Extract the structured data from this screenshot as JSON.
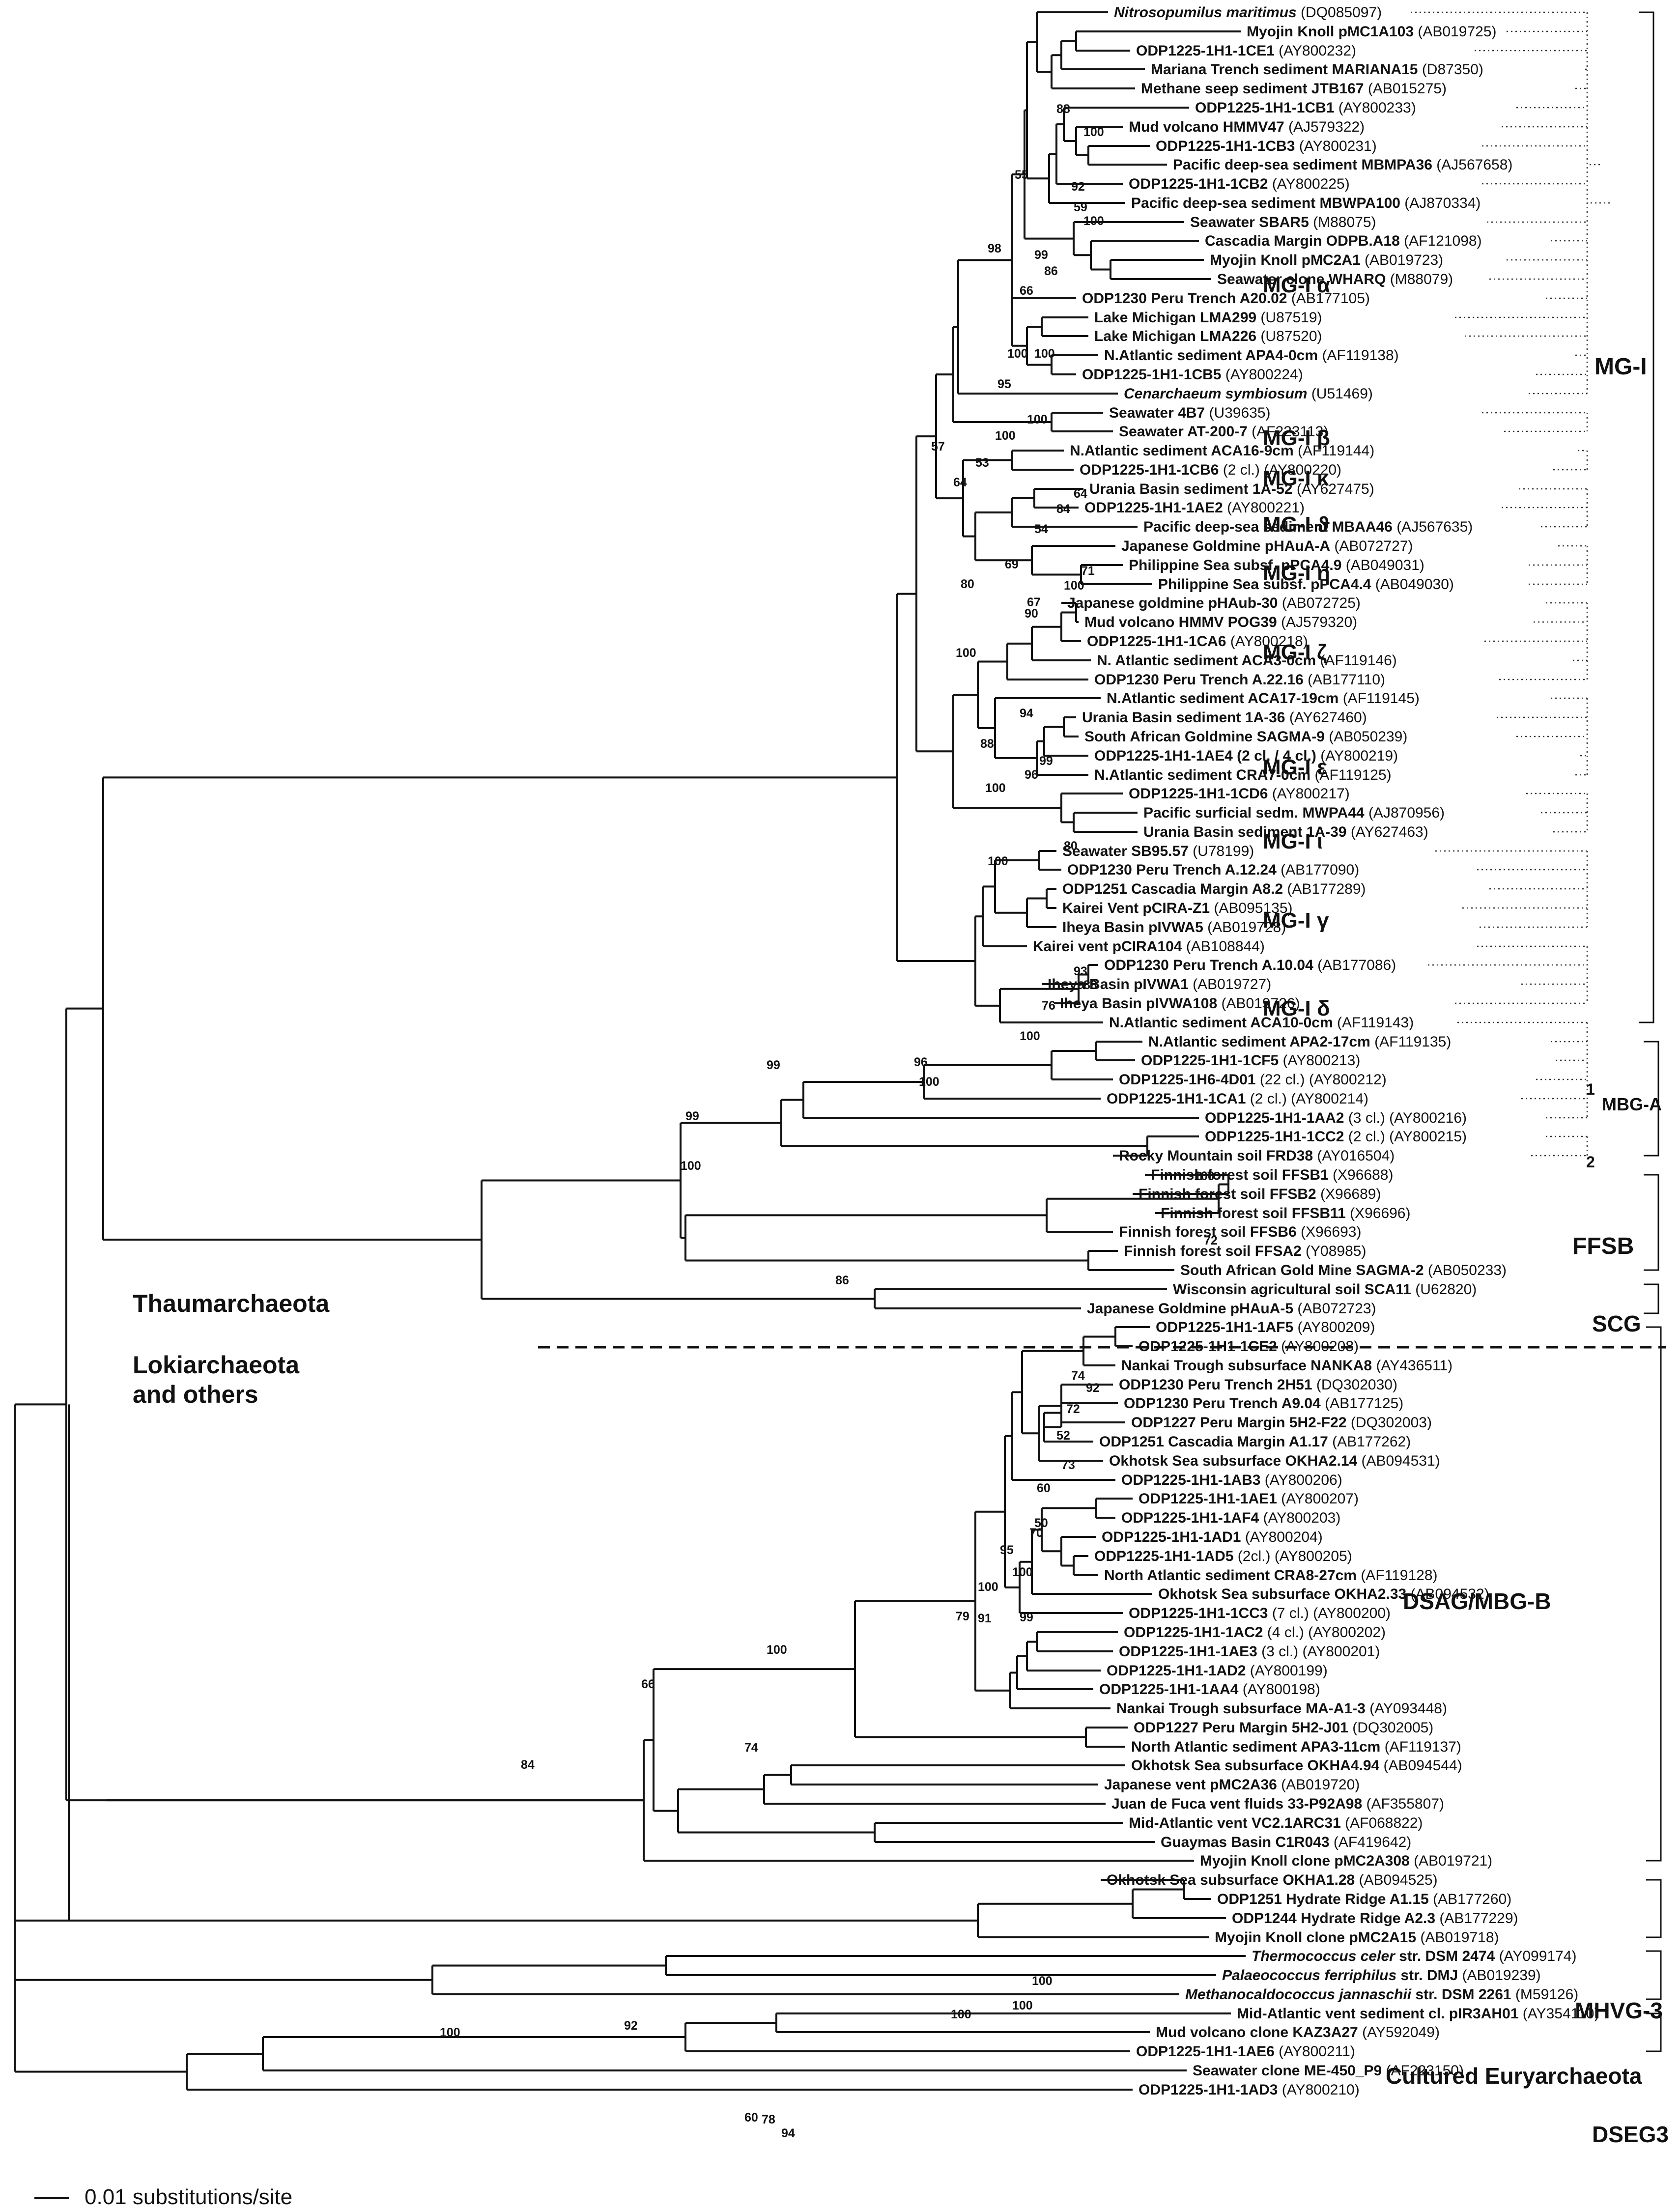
{
  "tree": {
    "leaves": [
      {
        "name": "Nitrosopumilus maritimus",
        "acc": "(DQ085097)",
        "italic": true
      },
      {
        "name": "Myojin Knoll pMC1A103",
        "acc": "(AB019725)"
      },
      {
        "name": "ODP1225-1H1-1CE1",
        "acc": "(AY800232)"
      },
      {
        "name": "Mariana Trench sediment MARIANA15",
        "acc": "(D87350)"
      },
      {
        "name": "Methane seep sediment JTB167",
        "acc": "(AB015275)"
      },
      {
        "name": "ODP1225-1H1-1CB1",
        "acc": "(AY800233)"
      },
      {
        "name": "Mud volcano HMMV47",
        "acc": "(AJ579322)"
      },
      {
        "name": "ODP1225-1H1-1CB3",
        "acc": "(AY800231)"
      },
      {
        "name": "Pacific deep-sea sediment MBMPA36",
        "acc": "(AJ567658)"
      },
      {
        "name": "ODP1225-1H1-1CB2",
        "acc": "(AY800225)"
      },
      {
        "name": "Pacific deep-sea sediment MBWPA100",
        "acc": "(AJ870334)"
      },
      {
        "name": "Seawater SBAR5",
        "acc": "(M88075)"
      },
      {
        "name": "Cascadia Margin ODPB.A18",
        "acc": "(AF121098)"
      },
      {
        "name": "Myojin Knoll pMC2A1",
        "acc": "(AB019723)"
      },
      {
        "name": "Seawater clone WHARQ",
        "acc": "(M88079)"
      },
      {
        "name": "ODP1230 Peru Trench A20.02",
        "acc": "(AB177105)"
      },
      {
        "name": "Lake Michigan LMA299",
        "acc": "(U87519)"
      },
      {
        "name": "Lake Michigan LMA226",
        "acc": "(U87520)"
      },
      {
        "name": "N.Atlantic sediment APA4-0cm",
        "acc": "(AF119138)"
      },
      {
        "name": "ODP1225-1H1-1CB5",
        "acc": "(AY800224)"
      },
      {
        "name": "Cenarchaeum symbiosum",
        "acc": "(U51469)",
        "italic": true
      },
      {
        "name": "Seawater 4B7",
        "acc": "(U39635)"
      },
      {
        "name": "Seawater AT-200-7",
        "acc": "(AF223113)"
      },
      {
        "name": "N.Atlantic sediment ACA16-9cm",
        "acc": "(AF119144)"
      },
      {
        "name": "ODP1225-1H1-1CB6",
        "acc": "(2 cl.) (AY800220)"
      },
      {
        "name": "Urania Basin sediment 1A-52",
        "acc": "(AY627475)"
      },
      {
        "name": "ODP1225-1H1-1AE2",
        "acc": "(AY800221)"
      },
      {
        "name": "Pacific deep-sea sediment MBAA46",
        "acc": "(AJ567635)"
      },
      {
        "name": "Japanese Goldmine pHAuA-A",
        "acc": "(AB072727)"
      },
      {
        "name": "Philippine Sea subsf. pPCA4.9",
        "acc": "(AB049031)"
      },
      {
        "name": "Philippine Sea subsf. pPCA4.4",
        "acc": "(AB049030)"
      },
      {
        "name": "Japanese goldmine pHAub-30",
        "acc": "(AB072725)"
      },
      {
        "name": "Mud volcano HMMV POG39",
        "acc": "(AJ579320)"
      },
      {
        "name": "ODP1225-1H1-1CA6",
        "acc": "(AY800218)"
      },
      {
        "name": "N. Atlantic sediment ACA3-0cm",
        "acc": "(AF119146)"
      },
      {
        "name": "ODP1230 Peru Trench A.22.16",
        "acc": "(AB177110)"
      },
      {
        "name": "N.Atlantic sediment ACA17-19cm",
        "acc": "(AF119145)"
      },
      {
        "name": "Urania Basin sediment 1A-36",
        "acc": "(AY627460)"
      },
      {
        "name": "South African Goldmine SAGMA-9",
        "acc": "(AB050239)"
      },
      {
        "name": "ODP1225-1H1-1AE4 (2 cl. / 4 cl.)",
        "acc": "(AY800219)"
      },
      {
        "name": "N.Atlantic sediment CRA7-0cm",
        "acc": "(AF119125)"
      },
      {
        "name": "ODP1225-1H1-1CD6",
        "acc": "(AY800217)"
      },
      {
        "name": "Pacific surficial sedm. MWPA44",
        "acc": "(AJ870956)"
      },
      {
        "name": "Urania Basin sediment 1A-39",
        "acc": "(AY627463)"
      },
      {
        "name": "Seawater SB95.57",
        "acc": "(U78199)"
      },
      {
        "name": "ODP1230 Peru Trench A.12.24",
        "acc": "(AB177090)"
      },
      {
        "name": "ODP1251 Cascadia Margin A8.2",
        "acc": "(AB177289)"
      },
      {
        "name": "Kairei Vent pCIRA-Z1",
        "acc": "(AB095135)"
      },
      {
        "name": "Iheya Basin pIVWA5",
        "acc": "(AB019728)"
      },
      {
        "name": "Kairei vent pCIRA104",
        "acc": "(AB108844)"
      },
      {
        "name": "ODP1230 Peru Trench A.10.04",
        "acc": "(AB177086)"
      },
      {
        "name": "Iheya Basin pIVWA1",
        "acc": "(AB019727)"
      },
      {
        "name": "Iheya Basin pIVWA108",
        "acc": "(AB019726)"
      },
      {
        "name": "N.Atlantic sediment ACA10-0cm",
        "acc": "(AF119143)"
      },
      {
        "name": "N.Atlantic sediment APA2-17cm",
        "acc": "(AF119135)"
      },
      {
        "name": "ODP1225-1H1-1CF5",
        "acc": "(AY800213)"
      },
      {
        "name": "ODP1225-1H6-4D01",
        "acc": "(22 cl.) (AY800212)"
      },
      {
        "name": "ODP1225-1H1-1CA1",
        "acc": "(2 cl.) (AY800214)"
      },
      {
        "name": "ODP1225-1H1-1AA2",
        "acc": "(3 cl.) (AY800216)"
      },
      {
        "name": "ODP1225-1H1-1CC2",
        "acc": "(2 cl.) (AY800215)"
      },
      {
        "name": "Rocky Mountain soil FRD38",
        "acc": "(AY016504)"
      },
      {
        "name": "Finnish forest soil FFSB1",
        "acc": "(X96688)"
      },
      {
        "name": "Finnish forest soil FFSB2",
        "acc": "(X96689)"
      },
      {
        "name": "Finnish forest soil FFSB11",
        "acc": "(X96696)"
      },
      {
        "name": "Finnish forest soil FFSB6",
        "acc": "(X96693)"
      },
      {
        "name": "Finnish forest soil FFSA2",
        "acc": "(Y08985)"
      },
      {
        "name": "South African Gold Mine SAGMA-2",
        "acc": "(AB050233)"
      },
      {
        "name": "Wisconsin agricultural soil SCA11",
        "acc": "(U62820)"
      },
      {
        "name": "Japanese Goldmine pHAuA-5",
        "acc": "(AB072723)"
      },
      {
        "name": "ODP1225-1H1-1AF5",
        "acc": "(AY800209)"
      },
      {
        "name": "ODP1225-1H1-1CE2",
        "acc": "(AY800208)"
      },
      {
        "name": "Nankai Trough subsurface NANKA8",
        "acc": "(AY436511)"
      },
      {
        "name": "ODP1230 Peru Trench 2H51",
        "acc": "(DQ302030)"
      },
      {
        "name": "ODP1230 Peru Trench A9.04",
        "acc": "(AB177125)"
      },
      {
        "name": "ODP1227 Peru Margin 5H2-F22",
        "acc": "(DQ302003)"
      },
      {
        "name": "ODP1251 Cascadia Margin A1.17",
        "acc": "(AB177262)"
      },
      {
        "name": "Okhotsk Sea subsurface OKHA2.14",
        "acc": "(AB094531)"
      },
      {
        "name": "ODP1225-1H1-1AB3",
        "acc": "(AY800206)"
      },
      {
        "name": "ODP1225-1H1-1AE1",
        "acc": "(AY800207)"
      },
      {
        "name": "ODP1225-1H1-1AF4",
        "acc": "(AY800203)"
      },
      {
        "name": "ODP1225-1H1-1AD1",
        "acc": "(AY800204)"
      },
      {
        "name": "ODP1225-1H1-1AD5",
        "acc": "(2cl.) (AY800205)"
      },
      {
        "name": "North Atlantic sediment CRA8-27cm",
        "acc": "(AF119128)"
      },
      {
        "name": "Okhotsk Sea subsurface OKHA2.33",
        "acc": "(AB094532)"
      },
      {
        "name": "ODP1225-1H1-1CC3",
        "acc": "(7 cl.) (AY800200)"
      },
      {
        "name": "ODP1225-1H1-1AC2",
        "acc": "(4 cl.) (AY800202)"
      },
      {
        "name": "ODP1225-1H1-1AE3",
        "acc": "(3 cl.) (AY800201)"
      },
      {
        "name": "ODP1225-1H1-1AD2",
        "acc": "(AY800199)"
      },
      {
        "name": "ODP1225-1H1-1AA4",
        "acc": "(AY800198)"
      },
      {
        "name": "Nankai Trough subsurface MA-A1-3",
        "acc": "(AY093448)"
      },
      {
        "name": "ODP1227 Peru Margin 5H2-J01",
        "acc": "(DQ302005)"
      },
      {
        "name": "North Atlantic sediment APA3-11cm",
        "acc": "(AF119137)"
      },
      {
        "name": "Okhotsk Sea subsurface OKHA4.94",
        "acc": "(AB094544)"
      },
      {
        "name": "Japanese vent pMC2A36",
        "acc": "(AB019720)"
      },
      {
        "name": "Juan de Fuca vent fluids 33-P92A98",
        "acc": "(AF355807)"
      },
      {
        "name": "Mid-Atlantic vent VC2.1ARC31",
        "acc": "(AF068822)"
      },
      {
        "name": "Guaymas Basin C1R043",
        "acc": "(AF419642)"
      },
      {
        "name": "Myojin Knoll clone pMC2A308",
        "acc": "(AB019721)"
      },
      {
        "name": "Okhotsk Sea subsurface OKHA1.28",
        "acc": "(AB094525)"
      },
      {
        "name": "ODP1251 Hydrate Ridge A1.15",
        "acc": "(AB177260)"
      },
      {
        "name": "ODP1244 Hydrate Ridge A2.3",
        "acc": "(AB177229)"
      },
      {
        "name": "Myojin Knoll clone pMC2A15",
        "acc": "(AB019718)"
      },
      {
        "name": "Thermococcus celer",
        "suffix": " str. DSM 2474",
        "acc": "(AY099174)",
        "italic": true
      },
      {
        "name": "Palaeococcus ferriphilus",
        "suffix": " str. DMJ",
        "acc": "(AB019239)",
        "italic": true
      },
      {
        "name": "Methanocaldococcus jannaschii",
        "suffix": " str. DSM 2261",
        "acc": "(M59126)",
        "italic": true
      },
      {
        "name": "Mid-Atlantic vent sediment cl. pIR3AH01",
        "acc": "(AY354110)"
      },
      {
        "name": "Mud volcano clone KAZ3A27",
        "acc": "(AY592049)"
      },
      {
        "name": "ODP1225-1H1-1AE6",
        "acc": "(AY800211)"
      },
      {
        "name": "Seawater clone ME-450_P9",
        "acc": "(AF223150)"
      },
      {
        "name": "ODP1225-1H1-1AD3",
        "acc": "(AY800210)"
      }
    ],
    "bootstrap": [
      "88",
      "100",
      "92",
      "59",
      "100",
      "55",
      "99",
      "86",
      "66",
      "98",
      "100",
      "100",
      "95",
      "100",
      "100",
      "53",
      "64",
      "57",
      "64",
      "84",
      "54",
      "69",
      "71",
      "100",
      "67",
      "90",
      "80",
      "100",
      "94",
      "88",
      "99",
      "96",
      "100",
      "80",
      "100",
      "93",
      "88",
      "76",
      "100",
      "96",
      "100",
      "99",
      "99",
      "100",
      "100",
      "72",
      "86",
      "74",
      "92",
      "72",
      "52",
      "73",
      "60",
      "50",
      "70",
      "95",
      "100",
      "100",
      "99",
      "79",
      "91",
      "100",
      "66",
      "74",
      "84",
      "100",
      "100",
      "100",
      "92",
      "100",
      "60",
      "78",
      "94"
    ],
    "clade_labels": {
      "mg1_alpha": "MG-I α",
      "mg1": "MG-I",
      "mg1_beta": "MG-I β",
      "mg1_kappa": "MG-I κ",
      "mg1_theta": "MG-I ϑ",
      "mg1_eta": "MG-I η",
      "mg1_zeta": "MG-I ζ",
      "mg1_epsilon": "MG-I ε",
      "mg1_iota": "MG-I ι",
      "mg1_gamma": "MG-I γ",
      "mg1_delta": "MG-I δ",
      "mbga": "MBG-A",
      "mbga_1": "1",
      "mbga_2": "2",
      "ffsb": "FFSB",
      "scg": "SCG",
      "dsag": "DSAG/MBG-B",
      "mhvg": "MHVG-3",
      "cultured": "Cultured Euryarchaeota",
      "dseg": "DSEG3"
    },
    "divider": {
      "upper": "Thaumarchaeota",
      "lower_line1": "Lokiarchaeota",
      "lower_line2": "and others"
    },
    "scale_bar": {
      "label": "0.01 substitutions/site",
      "value": 0.01
    }
  }
}
